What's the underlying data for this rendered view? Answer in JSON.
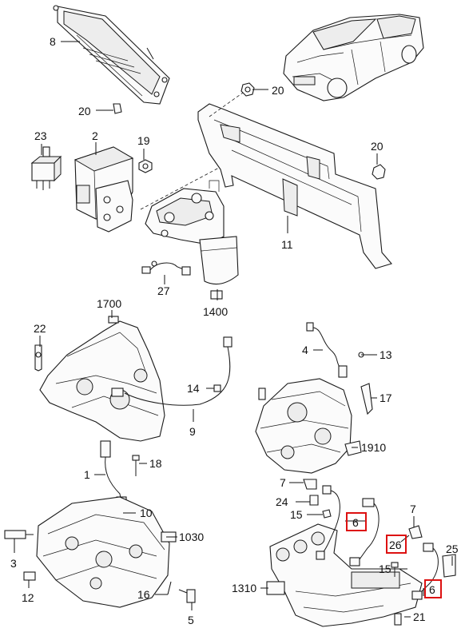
{
  "diagram": {
    "callouts": [
      {
        "id": "c8",
        "text": "8"
      },
      {
        "id": "c20a",
        "text": "20"
      },
      {
        "id": "c20b",
        "text": "20"
      },
      {
        "id": "c20c",
        "text": "20"
      },
      {
        "id": "c23",
        "text": "23"
      },
      {
        "id": "c2",
        "text": "2"
      },
      {
        "id": "c19",
        "text": "19"
      },
      {
        "id": "c11",
        "text": "11"
      },
      {
        "id": "c27",
        "text": "27"
      },
      {
        "id": "c1400",
        "text": "1400"
      },
      {
        "id": "c1700",
        "text": "1700"
      },
      {
        "id": "c22",
        "text": "22"
      },
      {
        "id": "c14",
        "text": "14"
      },
      {
        "id": "c9",
        "text": "9"
      },
      {
        "id": "c4",
        "text": "4"
      },
      {
        "id": "c13",
        "text": "13"
      },
      {
        "id": "c17",
        "text": "17"
      },
      {
        "id": "c1910",
        "text": "1910"
      },
      {
        "id": "c1",
        "text": "1"
      },
      {
        "id": "c18",
        "text": "18"
      },
      {
        "id": "c10",
        "text": "10"
      },
      {
        "id": "c1030",
        "text": "1030"
      },
      {
        "id": "c3",
        "text": "3"
      },
      {
        "id": "c12",
        "text": "12"
      },
      {
        "id": "c16",
        "text": "16"
      },
      {
        "id": "c5",
        "text": "5"
      },
      {
        "id": "c7a",
        "text": "7"
      },
      {
        "id": "c24",
        "text": "24"
      },
      {
        "id": "c15a",
        "text": "15"
      },
      {
        "id": "c6a",
        "text": "6"
      },
      {
        "id": "c7b",
        "text": "7"
      },
      {
        "id": "c26",
        "text": "26"
      },
      {
        "id": "c25",
        "text": "25"
      },
      {
        "id": "c15b",
        "text": "15"
      },
      {
        "id": "c1310",
        "text": "1310"
      },
      {
        "id": "c6b",
        "text": "6"
      },
      {
        "id": "c21",
        "text": "21"
      }
    ],
    "highlight_color": "#dd1111",
    "highlighted": [
      "6",
      "26"
    ]
  }
}
